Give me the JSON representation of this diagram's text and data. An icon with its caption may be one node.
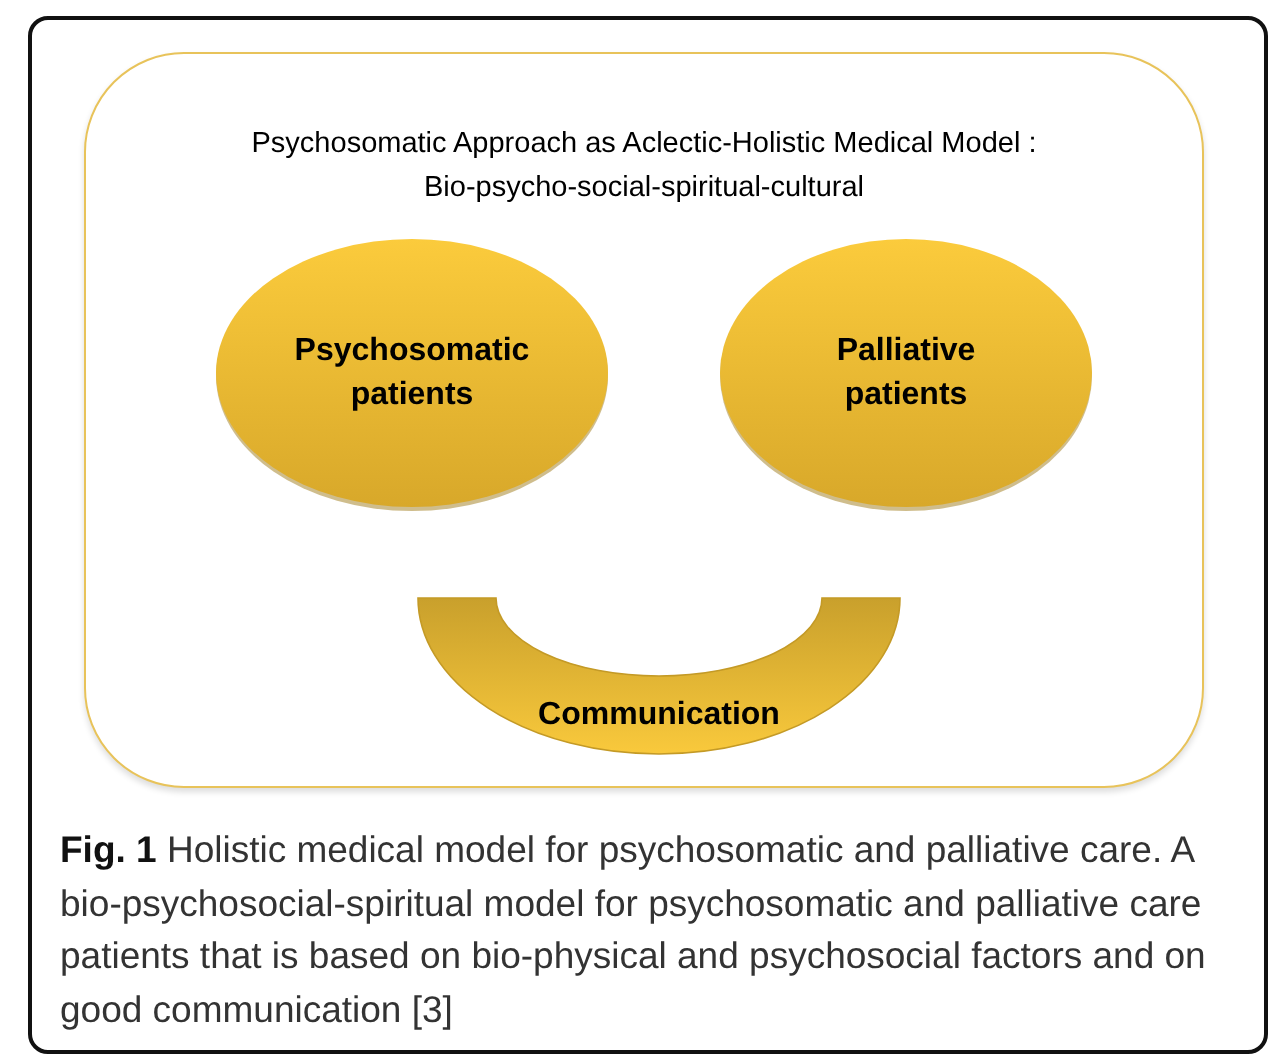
{
  "diagram": {
    "caption": "**Fig. 1** Holistic medical model for psychosomatic and palliative care. A bio-psychosocial-spiritual model for psychosomatic and palliative care patients that is based on bio-physical and psychosocial factors and on good communication [3]",
    "nodes": [
      {
        "text": [
          "Psychosomatic Approach as Aclectic-Holistic Medical Model : Bio-psycho-social-spiritual-cultural"
        ]
      },
      {
        "text": [
          "Psychosomatic patients"
        ],
        "in": 0
      },
      {
        "text": [
          "Palliative patients"
        ],
        "in": 0
      },
      {
        "text": [
          "Communication"
        ],
        "in": 0
      }
    ]
  }
}
